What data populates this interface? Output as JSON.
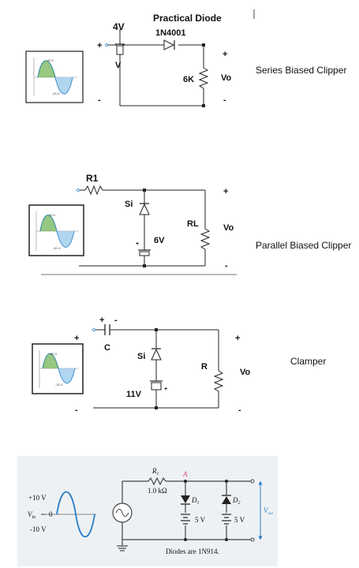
{
  "circuit1": {
    "caption": "Series Biased Clipper",
    "title": "Practical Diode",
    "diode": "1N4001",
    "source": "4V",
    "source_v": "V",
    "resistor": "6K",
    "output": "Vo",
    "plus": "+",
    "minus": "-",
    "wave_top": "20 V",
    "wave_bot": "-20 V"
  },
  "circuit2": {
    "caption": "Parallel Biased Clipper",
    "resistor1": "R1",
    "diode": "Si",
    "load": "RL",
    "battery": "6V",
    "output": "Vo",
    "plus": "+",
    "minus": "-",
    "wave_top": "20 V",
    "wave_bot": "-20 V"
  },
  "circuit3": {
    "caption": "Clamper",
    "capacitor": "C",
    "diode": "Si",
    "resistor": "R",
    "battery": "11V",
    "output": "Vo",
    "plus": "+",
    "minus": "-",
    "wave_top": "20 V",
    "wave_bot": "-20 V"
  },
  "circuit4": {
    "vpos": "+10 V",
    "vzero": "0",
    "vneg": "-10 V",
    "vin": "V",
    "vin_sub": "in",
    "r1": "R",
    "r1_sub": "1",
    "r1_val": "1.0 kΩ",
    "node": "A",
    "d1": "D",
    "d1_sub": "1",
    "d2": "D",
    "d2_sub": "2",
    "bat1": "5 V",
    "bat2": "5 V",
    "vout": "V",
    "vout_sub": "out",
    "note": "Diodes are 1N914."
  }
}
